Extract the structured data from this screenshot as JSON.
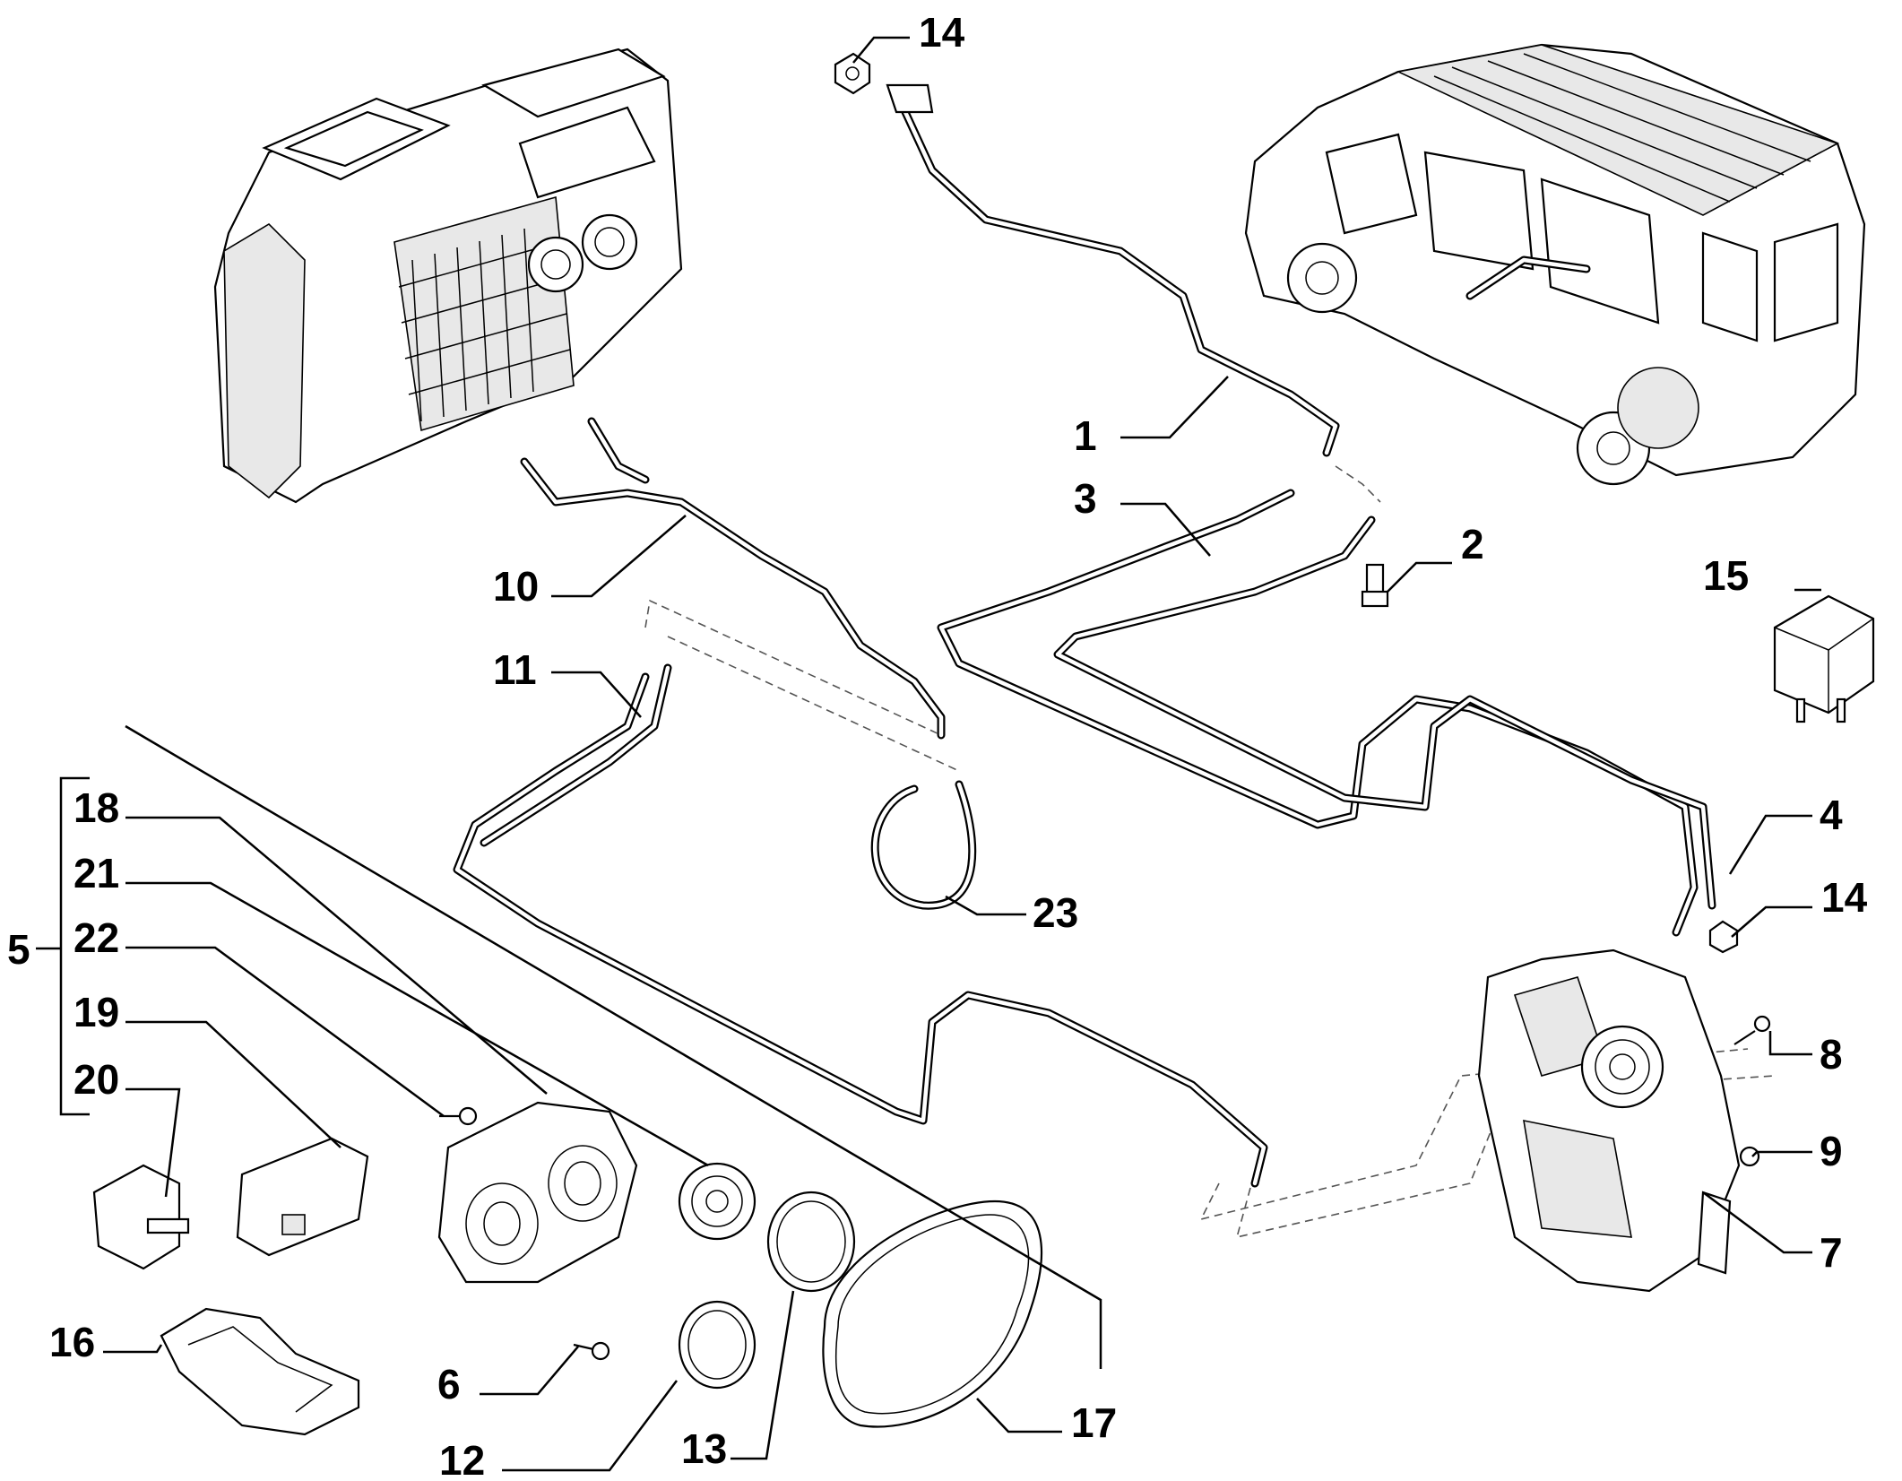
{
  "callouts": {
    "c1": "1",
    "c2": "2",
    "c3": "3",
    "c4": "4",
    "c5": "5",
    "c6": "6",
    "c7": "7",
    "c8": "8",
    "c9": "9",
    "c10": "10",
    "c11": "11",
    "c12": "12",
    "c13": "13",
    "c14a": "14",
    "c14b": "14",
    "c15": "15",
    "c16": "16",
    "c17": "17",
    "c18": "18",
    "c19": "19",
    "c20": "20",
    "c21": "21",
    "c22": "22",
    "c23": "23"
  },
  "parts": {
    "heater_unit_front": "heater-blower-unit-icon",
    "van": "van-icon",
    "rear_heater": "rear-heater-unit-icon",
    "relay": "relay-icon",
    "vent_panel": "vent-panel-icon",
    "round_vent": "round-vent-icon",
    "gasket_small": "gasket-icon",
    "gasket_large": "oval-gasket-icon"
  }
}
